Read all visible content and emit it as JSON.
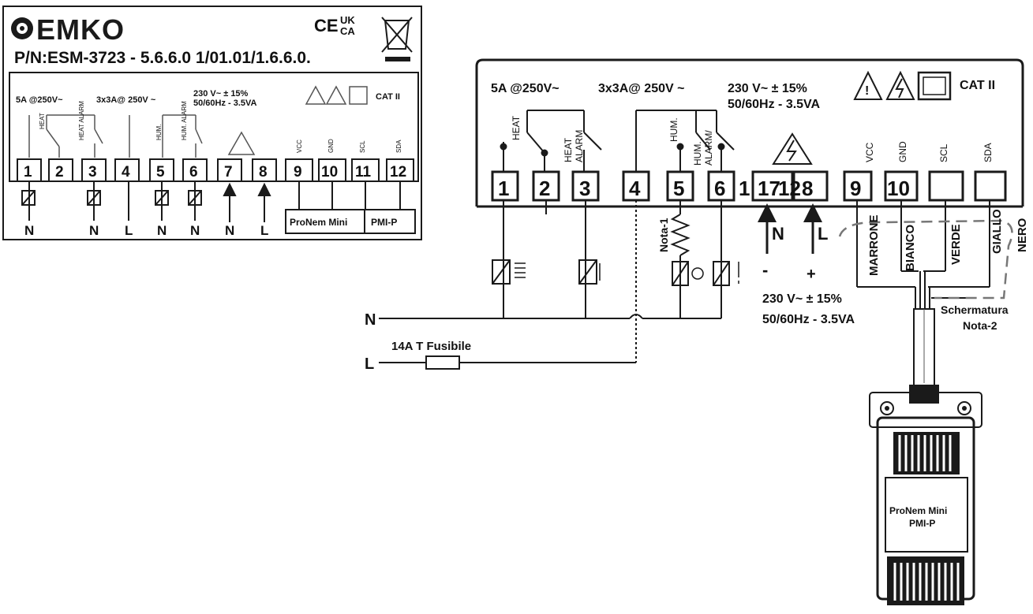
{
  "label": {
    "brand": "EMKO",
    "ce": "CE",
    "ukca_top": "UK",
    "ukca_bottom": "CA",
    "part_number": "P/N:ESM-3723 - 5.6.6.0 1/01.01/1.6.6.0.",
    "relay1_rating": "5A @250V~",
    "relay3_rating": "3x3A@ 250V ~",
    "supply_voltage": "230 V~ ± 15%",
    "supply_freq": "50/60Hz - 3.5VA",
    "cat": "CAT II",
    "terminals": [
      "1",
      "2",
      "3",
      "4",
      "5",
      "6",
      "7",
      "8",
      "9",
      "10",
      "11",
      "12"
    ],
    "contact_labels": [
      "HEAT",
      "HEAT ALARM",
      "HUM.",
      "HUM. ALARM"
    ],
    "sensor_labels": [
      "VCC",
      "GND",
      "SCL",
      "SDA"
    ],
    "sensor_wire_labels": [
      "MARRONE",
      "BIANCO",
      "VERDE",
      "GIALLO"
    ],
    "bottom_labels": [
      "N",
      "N",
      "L",
      "N",
      "N",
      "N",
      "L"
    ],
    "sensor_box": "ProNem Mini",
    "sensor_box2": "PMI-P"
  },
  "diagram": {
    "relay1_rating": "5A @250V~",
    "relay3_rating": "3x3A@ 250V ~",
    "supply_voltage": "230 V~ ± 15%",
    "supply_freq": "50/60Hz - 3.5VA",
    "cat": "CAT II",
    "terminals": [
      "1",
      "2",
      "3",
      "4",
      "5",
      "6",
      "1",
      "1",
      "8",
      "9",
      "10"
    ],
    "heat": "HEAT",
    "heat_alarm_1": "HEAT",
    "heat_alarm_2": "ALARM",
    "hum": "HUM.",
    "hum_alarm_1": "HUM.",
    "hum_alarm_2": "ALARM/",
    "vcc": "VCC",
    "gnd": "GND",
    "scl": "SCL",
    "sda": "SDA",
    "n_label": "N",
    "l_label": "L",
    "minus": "-",
    "plus": "+",
    "supply_voltage_2": "230 V~ ± 15%",
    "supply_freq_2": "50/60Hz - 3.5VA",
    "nota1": "Nota-1",
    "wire_marrone": "MARRONE",
    "wire_bianco": "BIANCO",
    "wire_verde": "VERDE",
    "wire_giallo": "GIALLO",
    "wire_nero": "NERO",
    "shield": "Schermatura",
    "nota2": "Nota-2",
    "line_n": "N",
    "line_l": "L",
    "fuse": "14A T Fusibile",
    "sensor_name_1": "ProNem Mini",
    "sensor_name_2": "PMI-P"
  },
  "colors": {
    "ink": "#1a1a1a",
    "paper": "#ffffff",
    "dash": "#777777"
  }
}
